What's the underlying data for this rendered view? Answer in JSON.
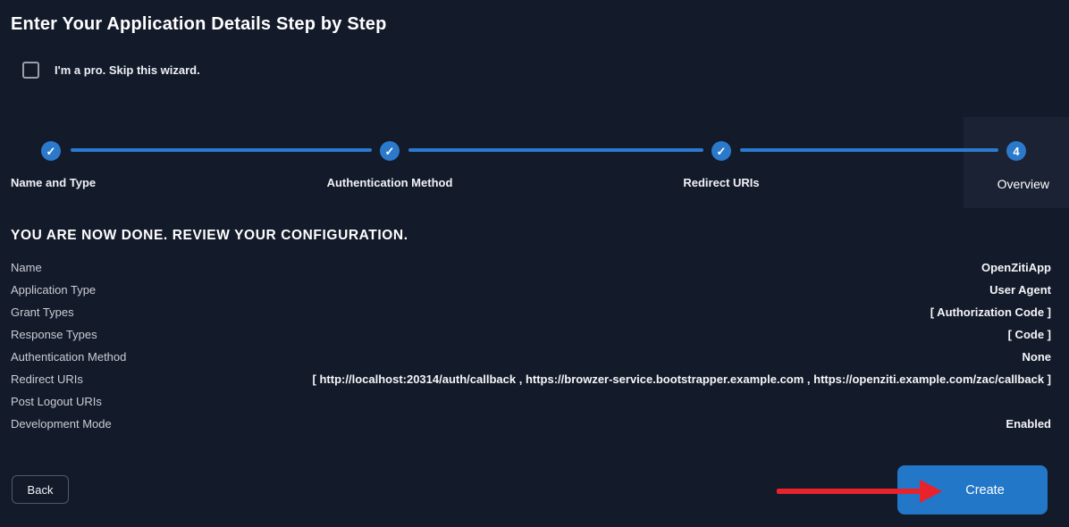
{
  "header": {
    "title": "Enter Your Application Details Step by Step"
  },
  "skip_wizard": {
    "label": "I'm a pro. Skip this wizard.",
    "checked": false
  },
  "stepper": {
    "steps": [
      {
        "label": "Name and Type",
        "state": "completed",
        "icon": "check-icon",
        "glyph": "✓"
      },
      {
        "label": "Authentication Method",
        "state": "completed",
        "icon": "check-icon",
        "glyph": "✓"
      },
      {
        "label": "Redirect URIs",
        "state": "completed",
        "icon": "check-icon",
        "glyph": "✓"
      },
      {
        "label": "Overview",
        "state": "active",
        "number": "4"
      }
    ]
  },
  "review": {
    "heading": "YOU ARE NOW DONE. REVIEW YOUR CONFIGURATION.",
    "rows": [
      {
        "label": "Name",
        "value": "OpenZitiApp"
      },
      {
        "label": "Application Type",
        "value": "User Agent"
      },
      {
        "label": "Grant Types",
        "value": "[ Authorization Code ]"
      },
      {
        "label": "Response Types",
        "value": "[ Code ]"
      },
      {
        "label": "Authentication Method",
        "value": "None"
      },
      {
        "label": "Redirect URIs",
        "value": "[ http://localhost:20314/auth/callback , https://browzer-service.bootstrapper.example.com , https://openziti.example.com/zac/callback ]"
      },
      {
        "label": "Post Logout URIs",
        "value": ""
      },
      {
        "label": "Development Mode",
        "value": "Enabled"
      }
    ]
  },
  "footer": {
    "back_label": "Back",
    "create_label": "Create"
  },
  "annotations": {
    "arrow": {
      "name": "red-arrow-pointing-to-create",
      "color": "#e8232b"
    }
  },
  "colors": {
    "background": "#131a2a",
    "active_step_panel": "#1b2233",
    "accent_blue": "#2a7bd0",
    "button_blue": "#2377c8",
    "label_gray": "#c9cdd4",
    "arrow_red": "#e8232b"
  }
}
